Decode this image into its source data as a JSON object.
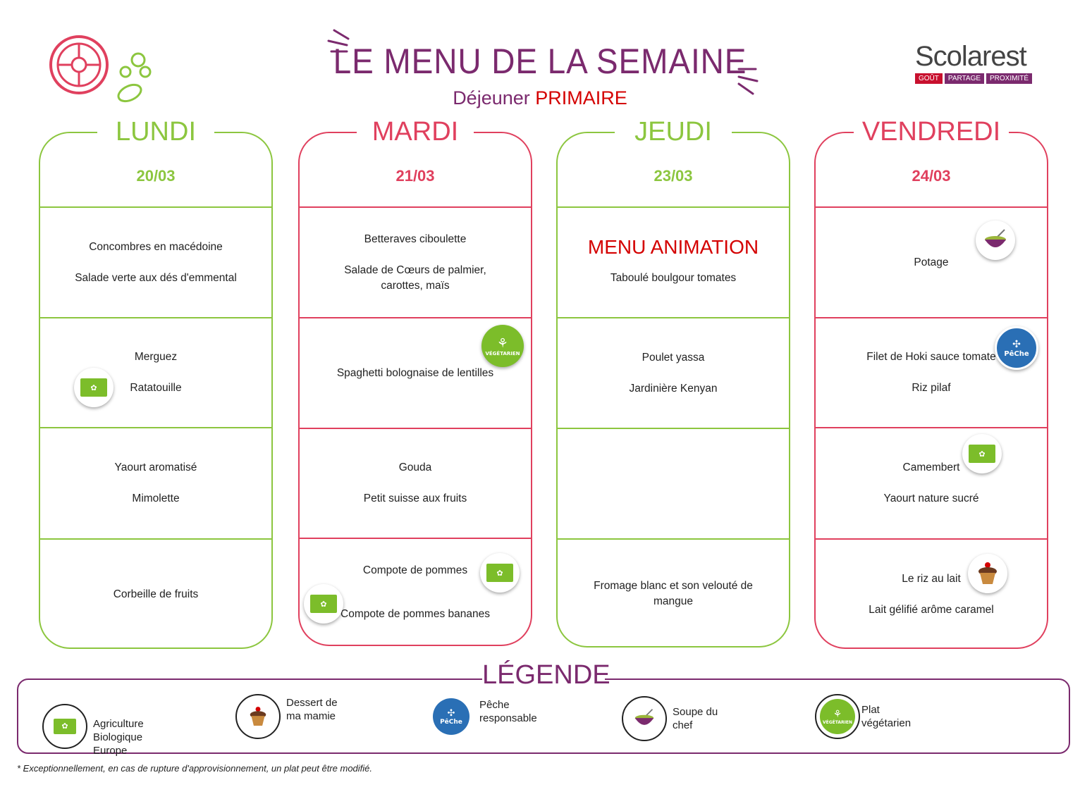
{
  "header": {
    "title": "LE MENU DE LA SEMAINE",
    "subtitle_part1": "Déjeuner",
    "subtitle_part2": "PRIMAIRE"
  },
  "logo": {
    "brand": "Scolarest",
    "tagline": [
      "GOÛT",
      "PARTAGE",
      "PROXIMITÉ"
    ]
  },
  "colors": {
    "green": "#8cc63f",
    "pink": "#e0405e",
    "purple": "#7b2a6e",
    "red": "#d40000"
  },
  "days": [
    {
      "name": "LUNDI",
      "date": "20/03",
      "starters": [
        "Concombres en macédoine",
        "Salade verte aux dés d'emmental"
      ],
      "mains": [
        "Merguez",
        "Ratatouille"
      ],
      "dairy": [
        "Yaourt aromatisé",
        "Mimolette"
      ],
      "dessert": [
        "Corbeille de fruits"
      ]
    },
    {
      "name": "MARDI",
      "date": "21/03",
      "starters": [
        "Betteraves ciboulette",
        "Salade de Cœurs de palmier, carottes, maïs"
      ],
      "mains": [
        "Spaghetti bolognaise de lentilles"
      ],
      "dairy": [
        "Gouda",
        "Petit suisse aux fruits"
      ],
      "dessert": [
        "Compote de pommes",
        "Compote de pommes bananes"
      ]
    },
    {
      "name": "JEUDI",
      "date": "23/03",
      "special": "MENU ANIMATION",
      "starters": [
        "Taboulé boulgour tomates"
      ],
      "mains": [
        "Poulet yassa",
        "Jardinière Kenyan"
      ],
      "dairy": [],
      "dessert": [
        "Fromage blanc et son velouté de mangue"
      ]
    },
    {
      "name": "VENDREDI",
      "date": "24/03",
      "starters": [
        "Potage"
      ],
      "mains": [
        "Filet de Hoki sauce tomate",
        "Riz pilaf"
      ],
      "dairy": [
        "Camembert",
        "Yaourt nature sucré"
      ],
      "dessert": [
        "Le riz au lait",
        "Lait gélifié arôme caramel"
      ]
    }
  ],
  "legend": {
    "title": "LÉGENDE",
    "items": [
      {
        "icon": "bio-leaf-icon",
        "label": "Agriculture Biologique Europe"
      },
      {
        "icon": "cupcake-icon",
        "label": "Dessert de ma mamie"
      },
      {
        "icon": "fish-icon",
        "label": "Pêche responsable"
      },
      {
        "icon": "soup-bowl-icon",
        "label": "Soupe du chef"
      },
      {
        "icon": "vegetarian-icon",
        "label": "Plat végétarien"
      }
    ]
  },
  "badge_text": {
    "vegetarian": "VÉGÉTARIEN",
    "peche": "PêChe"
  },
  "footnote": "* Exceptionnellement, en cas de rupture d'approvisionnement, un plat peut être modifié."
}
